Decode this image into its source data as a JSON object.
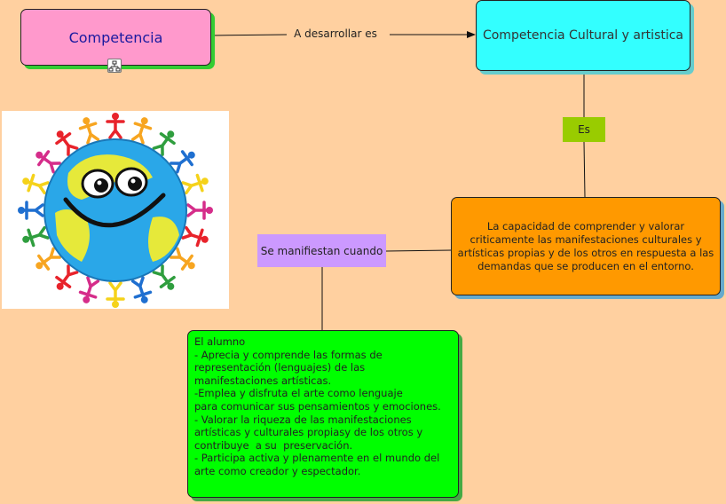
{
  "nodes": {
    "competencia": "Competencia",
    "cultural": "Competencia Cultural y artistica",
    "definicion": "La capacidad de comprender y valorar criticamente las manifestaciones culturales y artísticas propias y de los otros en respuesta a las demandas que se producen en el entorno.",
    "alumno_lines": [
      "El alumno",
      "- Aprecia y comprende las formas de",
      "representación (lenguajes) de las",
      "manifestaciones artísticas.",
      "-Emplea y disfruta el arte como lenguaje",
      "para comunicar sus pensamientos y emociones.",
      "- Valorar la riqueza de las manifestaciones",
      "artísticas y culturales propiasy de los otros y",
      "contribuye  a su  preservación.",
      "- Participa activa y plenamente en el mundo del",
      "arte como creador y espectador."
    ]
  },
  "links": {
    "desarrollar": "A desarrollar es",
    "es": "Es",
    "manifiestan": "Se manifiestan cuando"
  },
  "icons": {
    "sitemap": "sitemap-icon",
    "image": "smiling-earth-with-people-image"
  },
  "colors": {
    "background": "#ffd0a0",
    "competencia": "#ff99cc",
    "cultural": "#33ffff",
    "definicion": "#ff9900",
    "alumno": "#00ff00",
    "es_label": "#99cc00",
    "manifiestan_label": "#cc99ff"
  }
}
